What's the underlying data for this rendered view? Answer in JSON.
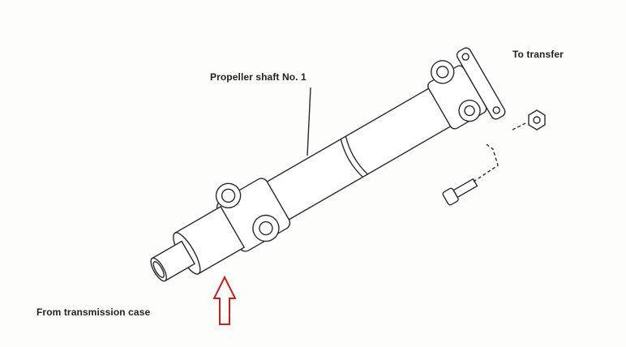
{
  "labels": {
    "shaft": "Propeller shaft No. 1",
    "to": "To transfer",
    "from": "From transmission case"
  },
  "colors": {
    "ink": "#2a2a2a",
    "arrow": "#cc1f1f"
  }
}
